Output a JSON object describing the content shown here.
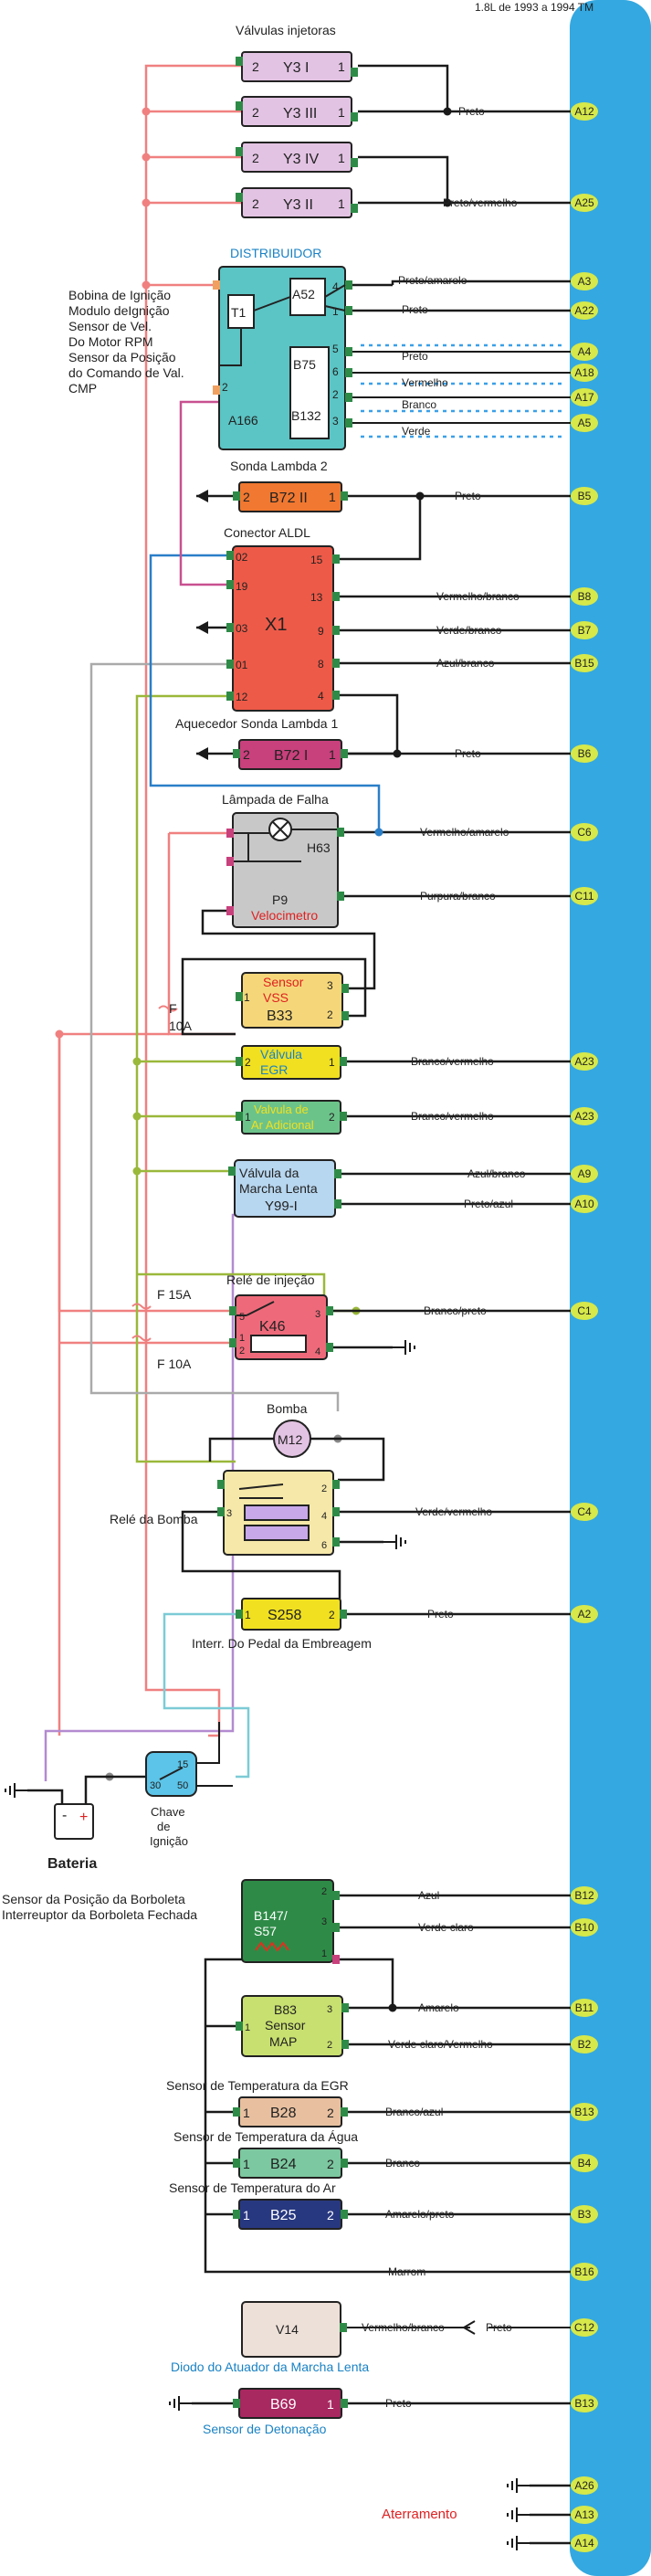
{
  "header": {
    "model": "1.8L de 1993 a 1994 TM"
  },
  "colors": {
    "ecu_bar": "#34a8e0",
    "pin_badge": "#d6e84a",
    "wire": "#1a1a1a",
    "supply_red": "#f08080",
    "purple": "#b38ad0",
    "olive": "#9ab83a",
    "grey": "#aaaaaa",
    "blue": "#2a7ec8",
    "light_blue": "#7ccbd6",
    "magenta": "#c85090",
    "label_blue": "#1a82c4",
    "label_red": "#e02020"
  },
  "sections": {
    "injectors": "Válvulas injetoras",
    "distributor": "DISTRIBUIDOR",
    "dist_desc": [
      "Bobina de Ignição",
      "Modulo deIgnição",
      "Sensor de Vel.",
      "Do Motor RPM",
      "Sensor da Posição",
      "do Comando de Val.",
      "CMP"
    ],
    "lambda2": "Sonda Lambda 2",
    "aldl": "Conector ALDL",
    "lambda1_heater": "Aquecedor Sonda Lambda 1",
    "fault_lamp": "Lâmpada de Falha",
    "injection_relay": "Relé de injeção",
    "pump": "Bomba",
    "pump_relay": "Relé da Bomba",
    "clutch_switch": "Interr. Do Pedal da Embreagem",
    "battery": "Bateria",
    "ignition_key": [
      "Chave",
      "de",
      "Ignição"
    ],
    "tps": [
      "Sensor da Posição da Borboleta",
      "Interreuptor da Borboleta Fechada"
    ],
    "egr_temp": "Sensor de Temperatura da EGR",
    "water_temp": "Sensor de Temperatura da Água",
    "air_temp": "Sensor de Temperatura do Ar",
    "idle_diode": "Diodo do Atuador da Marcha Lenta",
    "knock": "Sensor de Detonação",
    "ground": "Aterramento"
  },
  "components": {
    "y3_1": "Y3 I",
    "y3_3": "Y3 III",
    "y3_4": "Y3 IV",
    "y3_2": "Y3 II",
    "t1": "T1",
    "a52": "A52",
    "b75": "B75",
    "b132": "B132",
    "a166": "A166",
    "b72_2": "B72 II",
    "x1": "X1",
    "b72_1": "B72 I",
    "h63": "H63",
    "p9": "P9",
    "velocimetro": "Velocimetro",
    "b33_top": "Sensor",
    "b33_mid": "VSS",
    "b33": "B33",
    "egr_valve": [
      "Válvula",
      "EGR"
    ],
    "air_valve": [
      "Valvula de",
      "Ar Adicional"
    ],
    "idle_valve": [
      "Válvula da",
      "Marcha Lenta"
    ],
    "y99": "Y99-I",
    "k46": "K46",
    "m12": "M12",
    "s258": "S258",
    "b147": [
      "B147/",
      "S57"
    ],
    "b83": [
      "B83",
      "Sensor",
      "MAP"
    ],
    "b28": "B28",
    "b24": "B24",
    "b25": "B25",
    "v14": "V14",
    "b69": "B69"
  },
  "fuses": {
    "f10a_a": [
      "F",
      "10A"
    ],
    "f15a": "F 15A",
    "f10a_b": "F 10A"
  },
  "wires": {
    "preto": "Preto",
    "preto_vermelho": "Preto/vermelho",
    "preto_amarelo": "Preto/amarelo",
    "vermelho": "Vermelho",
    "branco": "Branco",
    "verde": "Verde",
    "vermelho_branco": "Vermelho/branco",
    "verde_branco": "Verde/branco",
    "azul_branco": "Azul/branco",
    "vermelho_amarelo": "Vermelho/amarelo",
    "purpura_branco": "Purpura/branco",
    "branco_vermelho": "Branco/vermelho",
    "azul_branco2": "Azul/branco",
    "preto_azul": "Preto/azul",
    "branco_preto": "Branco/preto",
    "verde_vermelho": "Verde/vermelho",
    "azul": "Azul",
    "verde_claro": "Verde claro",
    "amarelo": "Amarelo",
    "verde_claro_vermelho": "Verde claro/Vermelho",
    "branco_azul": "Branco/azul",
    "amarelo_preto": "Amarelo/preto",
    "marrom": "Marrom"
  },
  "ecu_pins": [
    "A12",
    "A25",
    "A3",
    "A22",
    "A4",
    "A18",
    "A17",
    "A5",
    "B5",
    "B8",
    "B7",
    "B15",
    "B6",
    "C6",
    "C11",
    "A23",
    "A23",
    "A9",
    "A10",
    "C1",
    "C4",
    "A2",
    "B12",
    "B10",
    "B11",
    "B2",
    "B13",
    "B4",
    "B3",
    "B16",
    "C12",
    "B13",
    "A26",
    "A13",
    "A14"
  ]
}
